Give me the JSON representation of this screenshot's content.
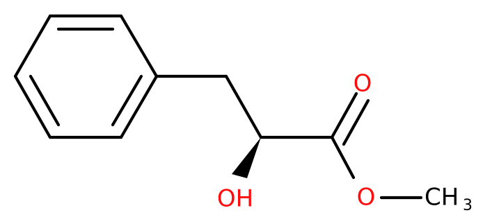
{
  "structure": {
    "atoms": {
      "carbonyl_oxygen": "O",
      "hydroxyl": "OH",
      "ester_oxygen": "O",
      "methyl_main": "CH",
      "methyl_subscript": "3"
    },
    "colors": {
      "bond": "#000000",
      "oxygen": "#ff0d0d",
      "carbon_label": "#000000",
      "background": "#ffffff"
    },
    "stereo": {
      "wedge": "bold",
      "center": "alpha-carbon",
      "substituent": "hydroxyl"
    }
  }
}
